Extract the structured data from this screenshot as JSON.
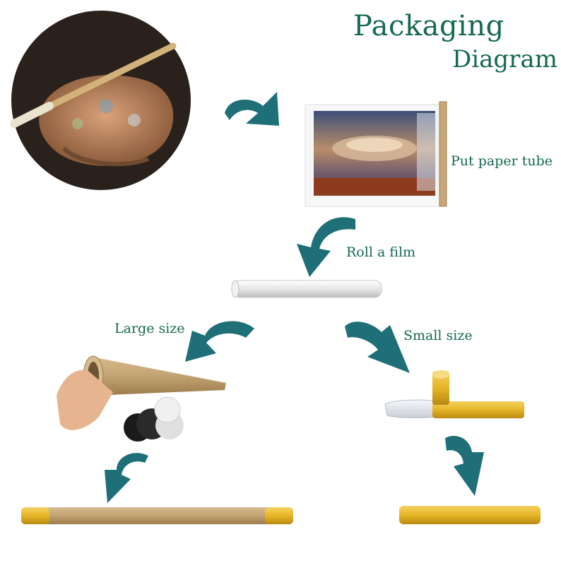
{
  "title_line1": "Packaging",
  "title_line2": "Diagram",
  "labels": {
    "put_paper_tube": "Put paper tube",
    "roll_a_film": "Roll a film",
    "large_size": "Large size",
    "small_size": "Small size"
  },
  "colors": {
    "title": "#15694f",
    "arrow": "#1f6f78",
    "tube_kraft": "#c8a878",
    "tape_yellow": "#e8b82a"
  },
  "icons": [
    "curved-arrow-icon"
  ]
}
